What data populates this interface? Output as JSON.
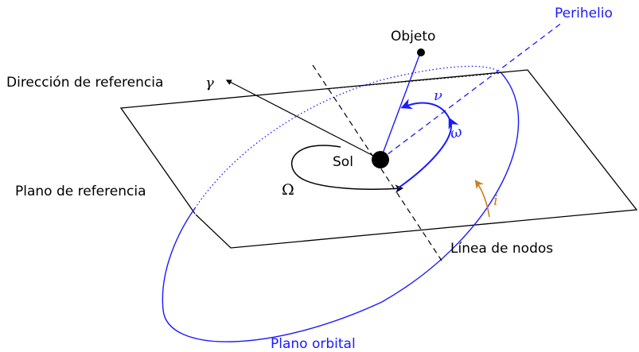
{
  "labels": {
    "object": "Objeto",
    "perihelion": "Perihelio",
    "reference_direction": "Dirección de referencia",
    "gamma": "γ",
    "nu": "ν",
    "omega_small": "ω",
    "sun": "Sol",
    "reference_plane": "Plano de referencia",
    "big_omega": "Ω",
    "inclination": "i",
    "line_of_nodes": "Línea de nodos",
    "orbital_plane": "Plano orbital"
  },
  "colors": {
    "orbit": "#1a1aff",
    "plane": "#000000",
    "inclination_arc": "#c8801e"
  }
}
